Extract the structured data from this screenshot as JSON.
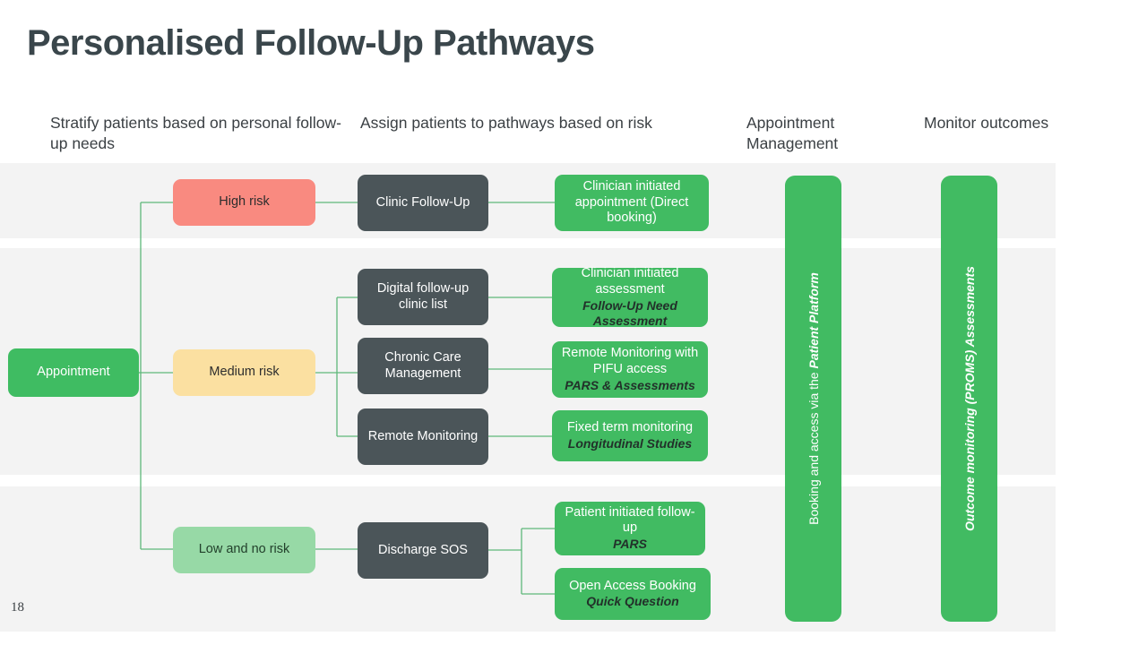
{
  "slide": {
    "title": "Personalised Follow-Up Pathways",
    "page_number": "18",
    "colors": {
      "green": "#41bb62",
      "dark_slate": "#4b5559",
      "high_risk": "#f98a80",
      "medium_risk": "#fbe0a1",
      "low_risk": "#97d9a6",
      "band": "#f3f3f3",
      "connector": "#5eb87a",
      "title": "#3a464b"
    }
  },
  "column_headers": {
    "stratify": "Stratify patients based on personal follow-up needs",
    "assign": "Assign patients to pathways based on risk",
    "appointment_management": "Appointment Management",
    "monitor": "Monitor outcomes"
  },
  "entry": {
    "label": "Appointment"
  },
  "risk_levels": [
    {
      "label": "High risk"
    },
    {
      "label": "Medium risk"
    },
    {
      "label": "Low and no risk"
    }
  ],
  "pathways": [
    {
      "label": "Clinic Follow-Up"
    },
    {
      "label": "Digital follow-up clinic list"
    },
    {
      "label": "Chronic Care Management"
    },
    {
      "label": "Remote Monitoring"
    },
    {
      "label": "Discharge SOS"
    }
  ],
  "outcomes": [
    {
      "primary": "Clinician initiated appointment (Direct booking)",
      "secondary": ""
    },
    {
      "primary": "Clinician initiated assessment",
      "secondary": "Follow-Up Need Assessment"
    },
    {
      "primary": "Remote Monitoring with PIFU access",
      "secondary": "PARS & Assessments"
    },
    {
      "primary": "Fixed term monitoring",
      "secondary": "Longitudinal Studies"
    },
    {
      "primary": "Patient initiated follow-up",
      "secondary": "PARS"
    },
    {
      "primary": "Open Access Booking",
      "secondary": "Quick Question"
    }
  ],
  "side_bars": [
    {
      "prefix": "Booking  and access via the ",
      "emphasis": "Patient Platform",
      "style": "mixed"
    },
    {
      "prefix": "",
      "emphasis": "Outcome monitoring (PROMS) Assessments",
      "style": "italic"
    }
  ]
}
